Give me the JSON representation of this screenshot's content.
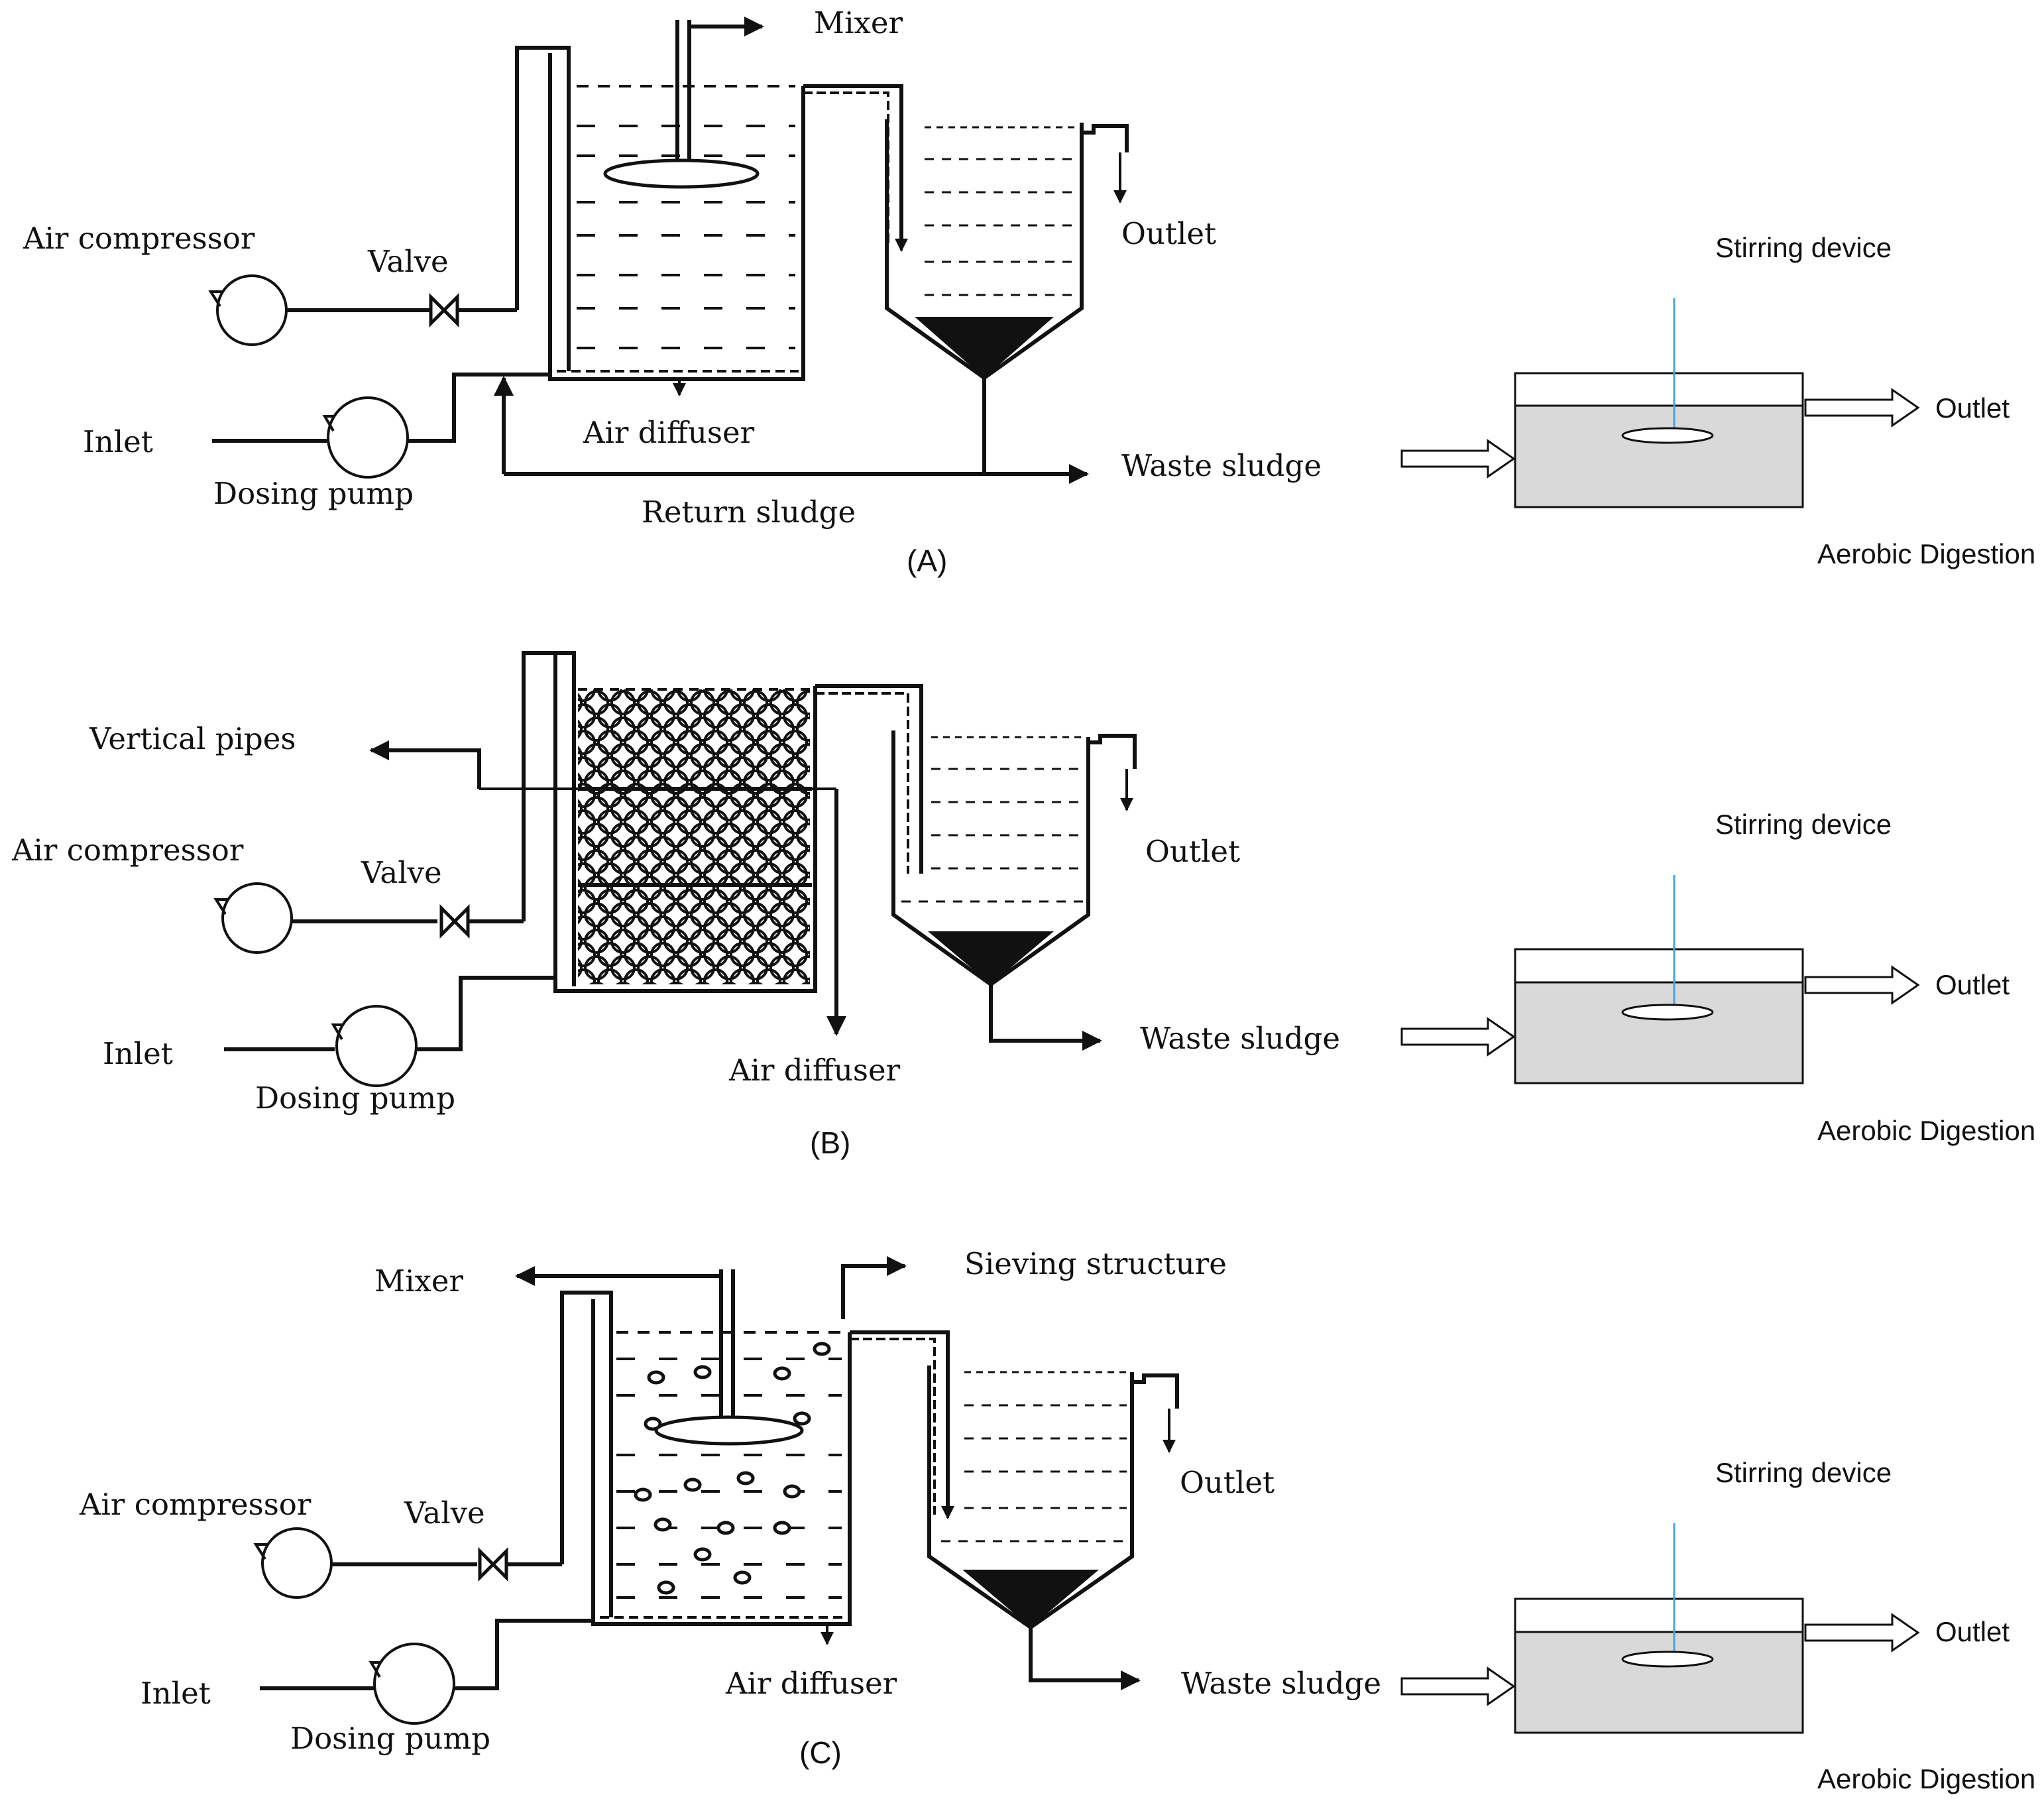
{
  "colors": {
    "ink": "#111111",
    "tank_fill": "#d9d9d9",
    "stirrer_line": "#4aa3df",
    "sludge_cone": "#111111"
  },
  "panels": [
    {
      "id": "A",
      "caption": "(A)",
      "labels": {
        "mixer": "Mixer",
        "air_compressor": "Air compressor",
        "valve": "Valve",
        "inlet": "Inlet",
        "dosing_pump": "Dosing pump",
        "air_diffuser": "Air diffuser",
        "return_sludge": "Return sludge",
        "outlet": "Outlet",
        "waste_sludge": "Waste sludge"
      },
      "digestion": {
        "stirring_device": "Stirring device",
        "outlet": "Outlet",
        "title": "Aerobic Digestion"
      }
    },
    {
      "id": "B",
      "caption": "(B)",
      "labels": {
        "vertical_pipes": "Vertical pipes",
        "air_compressor": "Air compressor",
        "valve": "Valve",
        "inlet": "Inlet",
        "dosing_pump": "Dosing pump",
        "air_diffuser": "Air diffuser",
        "outlet": "Outlet",
        "waste_sludge": "Waste sludge"
      },
      "digestion": {
        "stirring_device": "Stirring device",
        "outlet": "Outlet",
        "title": "Aerobic Digestion"
      }
    },
    {
      "id": "C",
      "caption": "(C)",
      "labels": {
        "mixer": "Mixer",
        "sieving_structure": "Sieving structure",
        "air_compressor": "Air compressor",
        "valve": "Valve",
        "inlet": "Inlet",
        "dosing_pump": "Dosing pump",
        "air_diffuser": "Air diffuser",
        "outlet": "Outlet",
        "waste_sludge": "Waste sludge"
      },
      "digestion": {
        "stirring_device": "Stirring device",
        "outlet": "Outlet",
        "title": "Aerobic Digestion"
      }
    }
  ]
}
